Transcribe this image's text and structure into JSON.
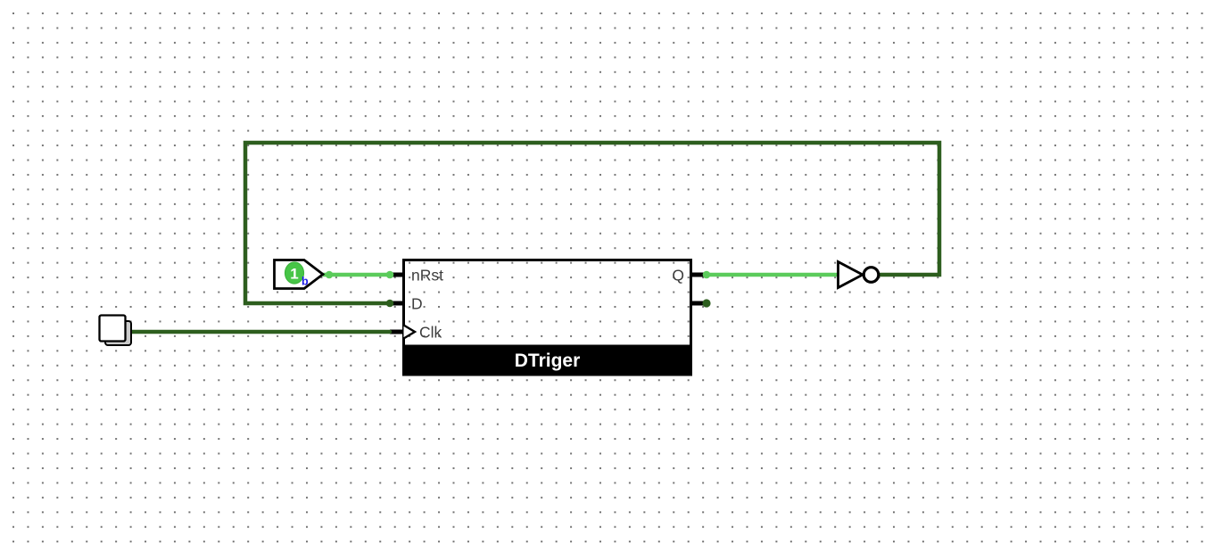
{
  "canvas": {
    "background_color": "#ffffff",
    "grid_dot_color": "#757575"
  },
  "colors": {
    "wire_high": "#5BCB5B",
    "wire_low": "#2D5E1E",
    "component_outline": "#000000",
    "pin_label": "#3d3d3d",
    "title_bar_bg": "#000000",
    "title_bar_fg": "#ffffff",
    "constant_badge_fill": "#47C547",
    "constant_badge_stroke": "#3DB53D",
    "constant_value_fg": "#ffffff",
    "constant_base_fg": "#1C1CE8",
    "button_face": "#ffffff",
    "button_side": "#cccccc"
  },
  "flipflop": {
    "title": "DTriger",
    "pins": {
      "nrst": "nRst",
      "d": "D",
      "clk": "Clk",
      "q": "Q",
      "nq": ""
    },
    "pin_states": {
      "nrst": "high",
      "d": "low",
      "clk": "low",
      "q": "high",
      "nq": "low"
    }
  },
  "constant": {
    "value": "1",
    "base": "b"
  },
  "not_gate": {
    "input_state": "high",
    "output_state": "low"
  },
  "button_input": {
    "state": "low"
  }
}
